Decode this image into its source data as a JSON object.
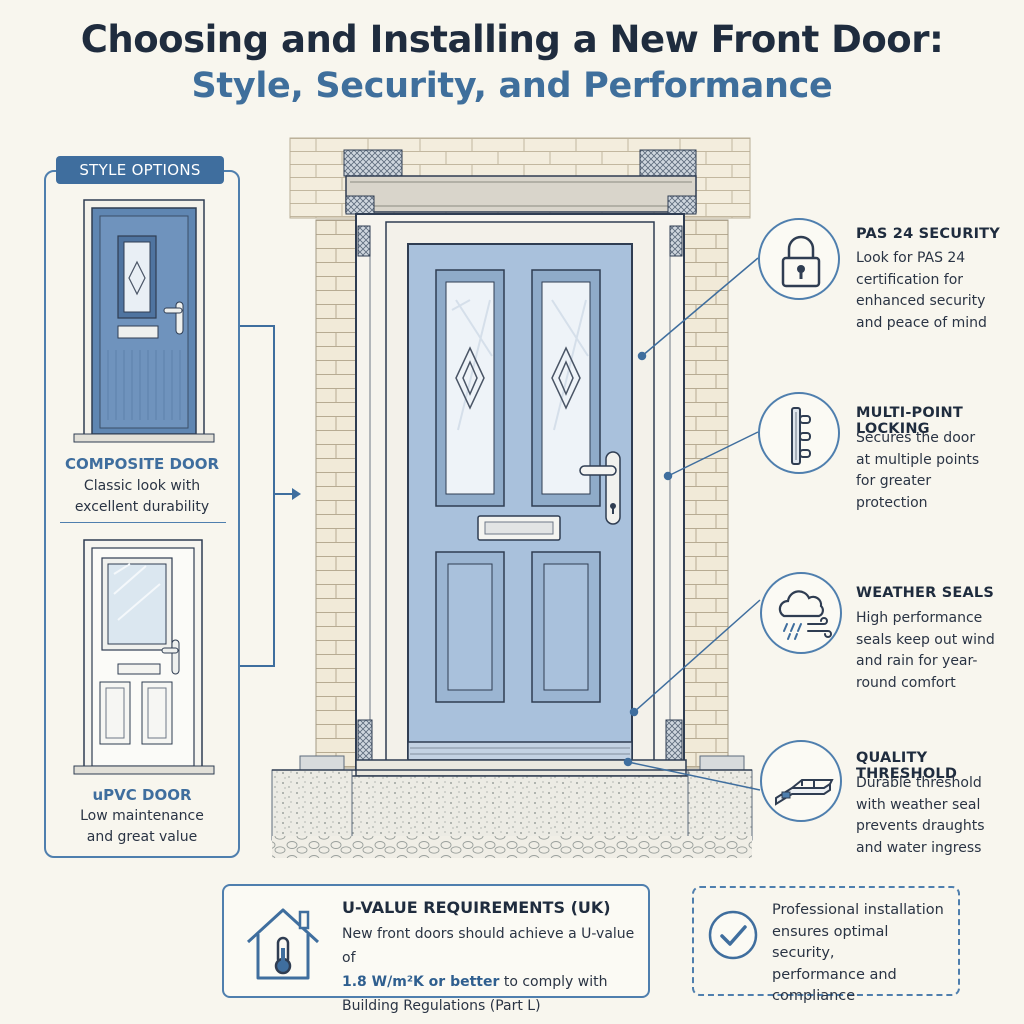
{
  "title": {
    "line1": "Choosing and Installing a New Front Door:",
    "line2": "Style, Security, and Performance"
  },
  "style_options": {
    "tag": "STYLE OPTIONS",
    "options": [
      {
        "name": "COMPOSITE DOOR",
        "desc1": "Classic look with",
        "desc2": "excellent durability"
      },
      {
        "name": "uPVC DOOR",
        "desc1": "Low maintenance",
        "desc2": "and great value"
      }
    ]
  },
  "features": [
    {
      "icon": "padlock-icon",
      "title": "PAS 24 SECURITY",
      "lines": [
        "Look for PAS 24",
        "certification for",
        "enhanced security",
        "and peace of mind"
      ]
    },
    {
      "icon": "multipoint-lock-icon",
      "title": "MULTI-POINT LOCKING",
      "lines": [
        "Secures the door",
        "at multiple points",
        "for greater",
        "protection"
      ]
    },
    {
      "icon": "weather-cloud-icon",
      "title": "WEATHER SEALS",
      "lines": [
        "High performance",
        "seals keep out wind",
        "and rain for year-",
        "round comfort"
      ]
    },
    {
      "icon": "threshold-icon",
      "title": "QUALITY THRESHOLD",
      "lines": [
        "Durable threshold",
        "with weather seal",
        "prevents draughts",
        "and water ingress"
      ]
    }
  ],
  "uvalue": {
    "title": "U-VALUE REQUIREMENTS (UK)",
    "line1": "New front doors should achieve a U-value of",
    "highlight": "1.8 W/m²K or better",
    "line2_rest": " to comply with",
    "line3": "Building Regulations (Part L)"
  },
  "professional": {
    "lines": [
      "Professional installation",
      "ensures optimal security,",
      "performance and",
      "compliance"
    ]
  },
  "colors": {
    "accent": "#3f6e9e",
    "door_blue": "#a9c1dc",
    "door_blue_dark": "#4f7fae",
    "outline": "#2f3d52",
    "background": "#f8f6ee"
  }
}
